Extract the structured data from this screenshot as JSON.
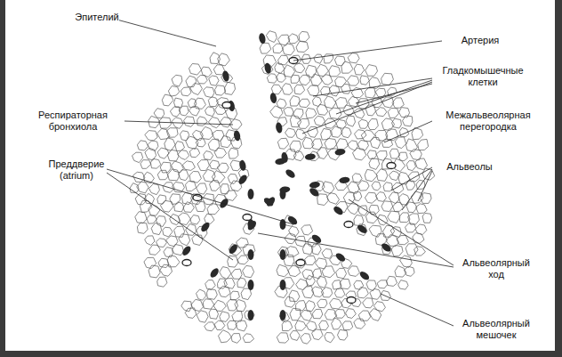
{
  "diagram": {
    "labels": [
      "Эпителий",
      "Артерия",
      "Гладкомышечные клетки",
      "Респираторная бронхиола",
      "Межальвеолярная перегородка",
      "Преддверие (atrium)",
      "Альвеолы",
      "Альвеолярный ход",
      "Альвеолярный мешочек"
    ]
  }
}
